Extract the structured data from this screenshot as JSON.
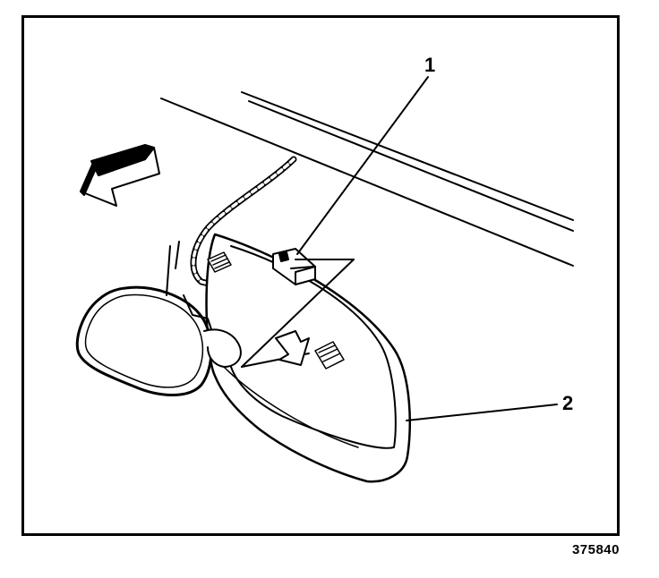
{
  "callouts": {
    "one": "1",
    "two": "2"
  },
  "figure_id": "375840",
  "colors": {
    "line": "#000000",
    "background": "#ffffff"
  }
}
